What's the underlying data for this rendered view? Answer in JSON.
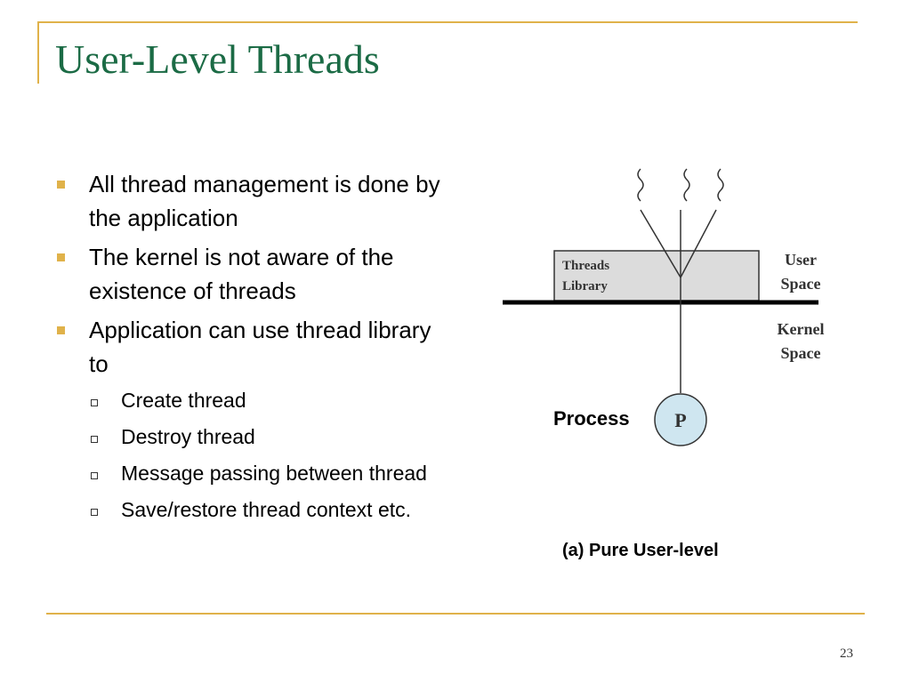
{
  "slide": {
    "title": "User-Level Threads",
    "page_number": "23"
  },
  "bullets": [
    {
      "text": "All thread management is done by the application",
      "level": 1
    },
    {
      "text": "The kernel is not aware of the existence of threads",
      "level": 1
    },
    {
      "text": "Application can use thread library to",
      "level": 1
    },
    {
      "text": "Create thread",
      "level": 2
    },
    {
      "text": "Destroy thread",
      "level": 2
    },
    {
      "text": "Message passing between thread",
      "level": 2
    },
    {
      "text": "Save/restore thread context etc.",
      "level": 2
    }
  ],
  "diagram": {
    "library_line1": "Threads",
    "library_line2": "Library",
    "user_space_line1": "User",
    "user_space_line2": "Space",
    "kernel_space_line1": "Kernel",
    "kernel_space_line2": "Space",
    "process_symbol": "P",
    "process_label": "Process",
    "caption": "(a) Pure User-level"
  },
  "colors": {
    "accent": "#e0b24a",
    "title": "#1b6b45",
    "library_fill": "#dcdcdc",
    "process_fill": "#cfe6f0"
  }
}
